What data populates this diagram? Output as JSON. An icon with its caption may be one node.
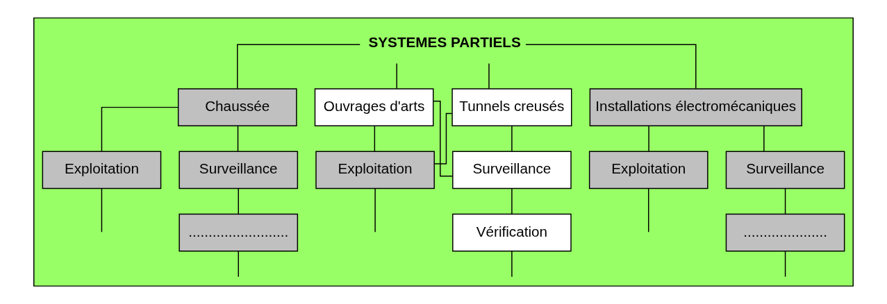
{
  "diagram": {
    "nodes": [
      {
        "text": [],
        "shape": "box"
      },
      {
        "text": [
          "SYSTEMES PARTIELS"
        ],
        "in": 0
      },
      {
        "text": [
          "Chaussée"
        ],
        "in": 0
      },
      {
        "text": [
          "Ouvrages d'arts"
        ],
        "in": 0
      },
      {
        "text": [
          "Tunnels creusés"
        ],
        "in": 0
      },
      {
        "text": [
          "Installations électromécaniques"
        ],
        "in": 0
      },
      {
        "text": [
          "Exploitation"
        ],
        "in": 0
      },
      {
        "text": [
          "Surveillance"
        ],
        "in": 0
      },
      {
        "text": [
          "........................."
        ],
        "in": 0
      },
      {
        "text": [
          "Exploitation"
        ],
        "in": 0
      },
      {
        "text": [
          "Surveillance"
        ],
        "in": 0
      },
      {
        "text": [
          "Vérification"
        ],
        "in": 0
      },
      {
        "text": [
          "Exploitation"
        ],
        "in": 0
      },
      {
        "text": [
          "Surveillance"
        ],
        "in": 0
      },
      {
        "text": [
          "....................."
        ],
        "in": 0
      }
    ],
    "edges": [
      {
        "from": 1,
        "to": 2,
        "arrow": "none"
      },
      {
        "from": 1,
        "to": 3,
        "arrow": "none"
      },
      {
        "from": 1,
        "to": 4,
        "arrow": "none"
      },
      {
        "from": 1,
        "to": 5,
        "arrow": "none"
      },
      {
        "from": 2,
        "to": 6,
        "arrow": "none"
      },
      {
        "from": 2,
        "to": 7,
        "arrow": "none"
      },
      {
        "from": 7,
        "to": 8,
        "arrow": "none"
      },
      {
        "from": 3,
        "to": 9,
        "arrow": "none"
      },
      {
        "from": 3,
        "to": 10,
        "arrow": "none"
      },
      {
        "from": 4,
        "to": 9,
        "arrow": "none"
      },
      {
        "from": 4,
        "to": 10,
        "arrow": "none"
      },
      {
        "from": 10,
        "to": 11,
        "arrow": "none"
      },
      {
        "from": 5,
        "to": 12,
        "arrow": "none"
      },
      {
        "from": 5,
        "to": 13,
        "arrow": "none"
      },
      {
        "from": 13,
        "to": 14,
        "arrow": "none"
      },
      {
        "from": 6,
        "to": null,
        "arrow": "none"
      },
      {
        "from": 8,
        "to": null,
        "arrow": "none"
      },
      {
        "from": 9,
        "to": null,
        "arrow": "none"
      },
      {
        "from": 11,
        "to": null,
        "arrow": "none"
      },
      {
        "from": 12,
        "to": null,
        "arrow": "none"
      },
      {
        "from": 14,
        "to": null,
        "arrow": "none"
      }
    ]
  }
}
